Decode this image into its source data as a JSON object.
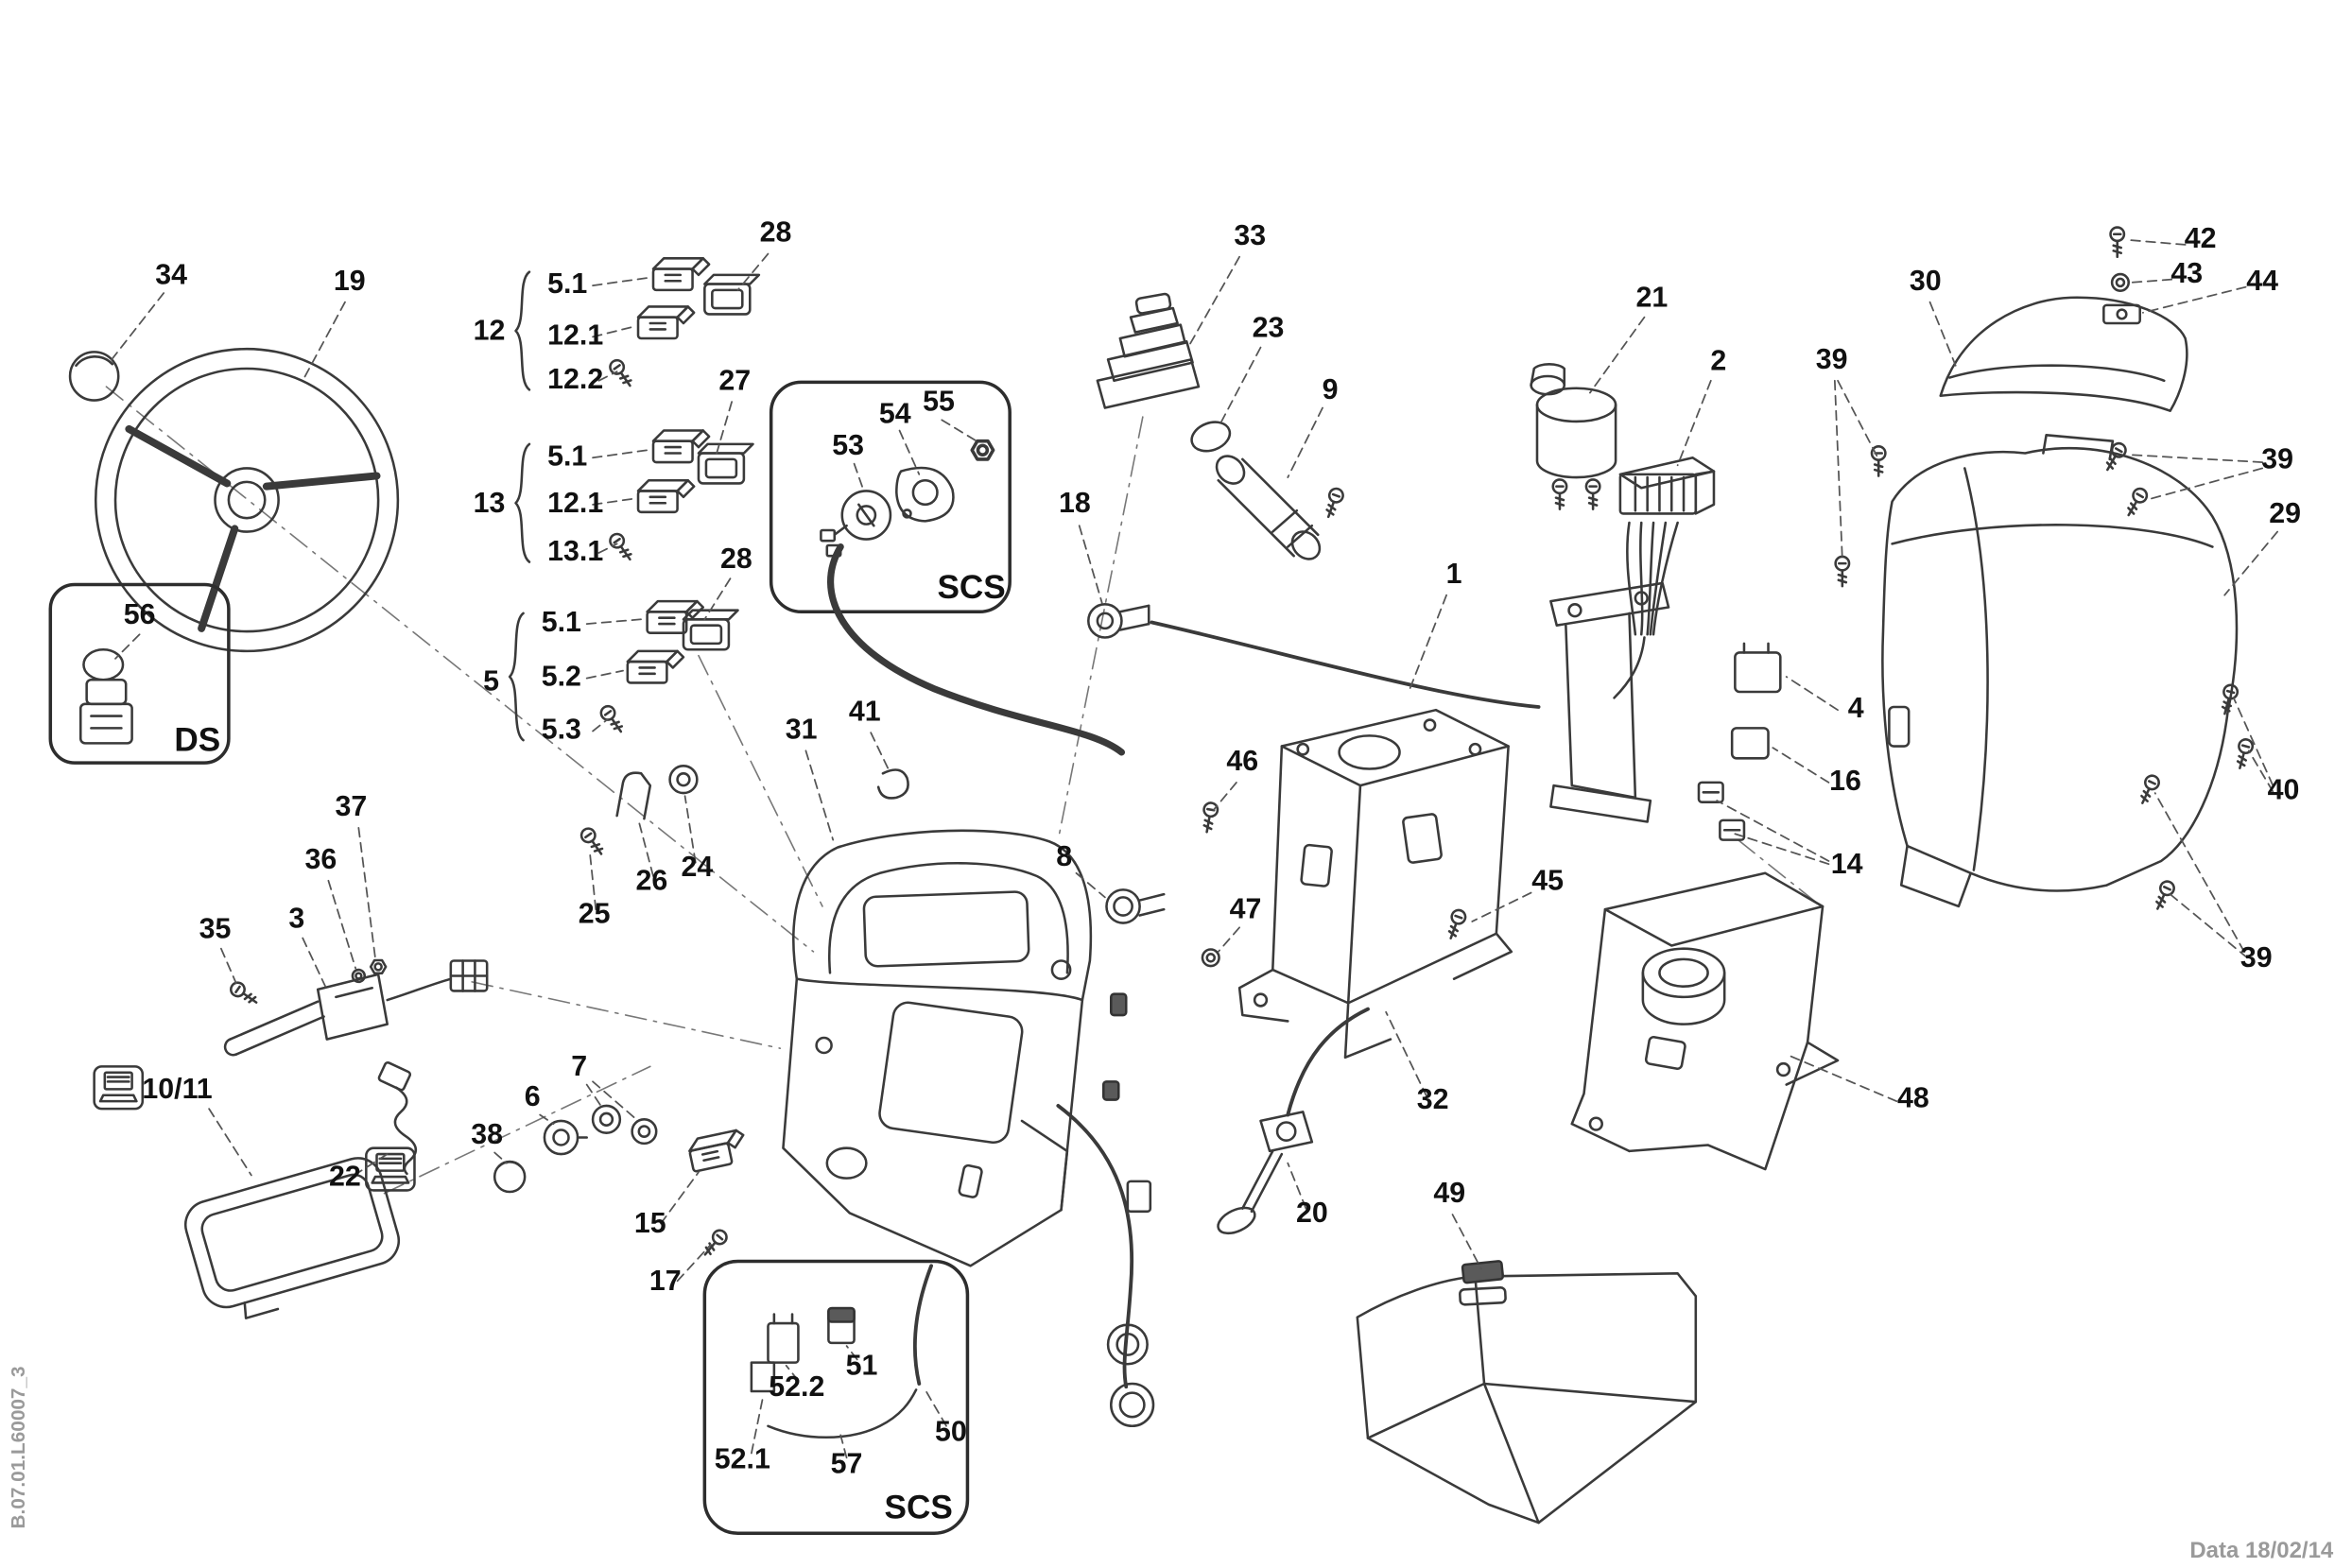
{
  "page": {
    "drawing_code": "B.07.01.L60007_3",
    "date_label": "Data 18/02/14",
    "line_color": "#3a3a3a",
    "label_color": "#111111",
    "muted_color": "#9a9a9a",
    "background": "#ffffff"
  },
  "insets": {
    "ds": {
      "code": "DS"
    },
    "scs_top": {
      "code": "SCS"
    },
    "scs_bottom": {
      "code": "SCS"
    }
  },
  "groups": {
    "g12": {
      "label": "12",
      "items": [
        "5.1",
        "12.1",
        "12.2"
      ]
    },
    "g13": {
      "label": "13",
      "items": [
        "5.1",
        "12.1",
        "13.1"
      ]
    },
    "g5": {
      "label": "5",
      "items": [
        "5.1",
        "5.2",
        "5.3"
      ]
    }
  },
  "callouts": {
    "c1": "1",
    "c2": "2",
    "c3": "3",
    "c4": "4",
    "c6": "6",
    "c7": "7",
    "c8": "8",
    "c9": "9",
    "c10_11": "10/11",
    "c14": "14",
    "c15": "15",
    "c16": "16",
    "c17": "17",
    "c18": "18",
    "c19": "19",
    "c20": "20",
    "c21": "21",
    "c22": "22",
    "c23": "23",
    "c24": "24",
    "c25": "25",
    "c26": "26",
    "c27": "27",
    "c28a": "28",
    "c28b": "28",
    "c29": "29",
    "c30": "30",
    "c31": "31",
    "c32": "32",
    "c33": "33",
    "c34": "34",
    "c35": "35",
    "c36": "36",
    "c37": "37",
    "c38": "38",
    "c39a": "39",
    "c39b": "39",
    "c39c": "39",
    "c40": "40",
    "c41": "41",
    "c42": "42",
    "c43": "43",
    "c44": "44",
    "c45": "45",
    "c46": "46",
    "c47": "47",
    "c48": "48",
    "c49": "49",
    "c50": "50",
    "c51": "51",
    "c52_1": "52.1",
    "c52_2": "52.2",
    "c53": "53",
    "c54": "54",
    "c55": "55",
    "c56": "56",
    "c57": "57"
  }
}
